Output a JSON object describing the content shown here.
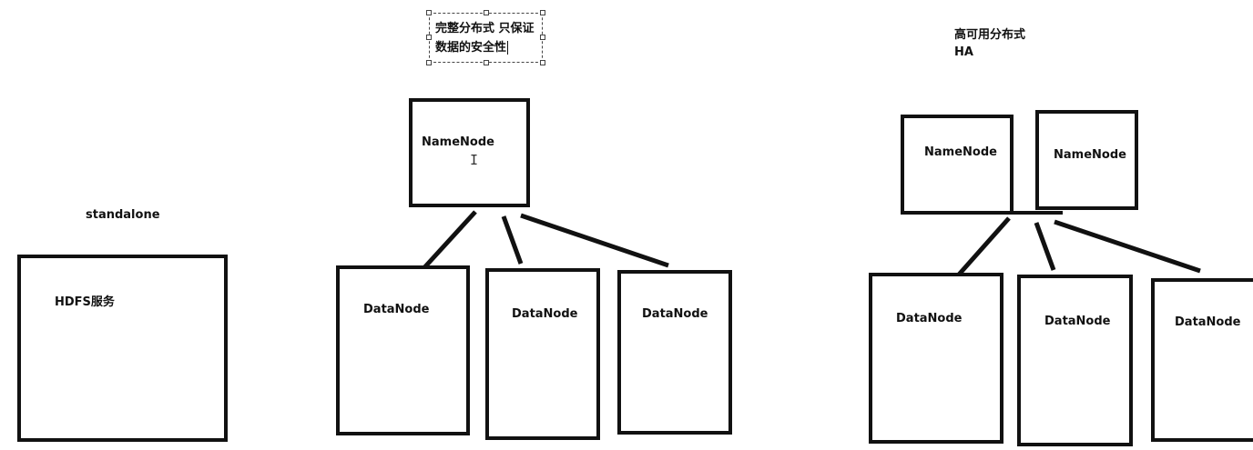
{
  "standalone": {
    "title": "standalone",
    "box_label": "HDFS服务"
  },
  "distributed": {
    "note_line1": "完整分布式 只保证",
    "note_line2": "数据的安全性",
    "namenode": "NameNode",
    "datanodes": [
      "DataNode",
      "DataNode",
      "DataNode"
    ]
  },
  "ha": {
    "title_line1": "高可用分布式",
    "title_line2": "HA",
    "namenodes": [
      "NameNode",
      "NameNode"
    ],
    "datanodes": [
      "DataNode",
      "DataNode",
      "DataNode"
    ]
  },
  "colors": {
    "stroke": "#111111",
    "background": "#ffffff"
  }
}
